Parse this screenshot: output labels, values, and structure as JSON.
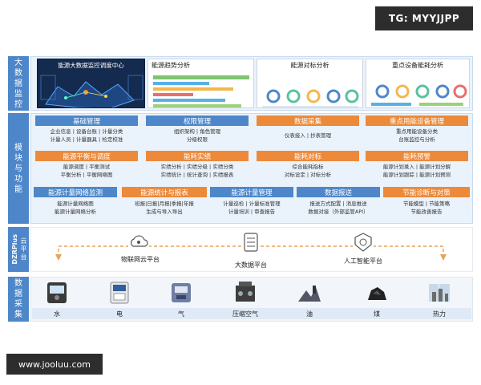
{
  "watermark_top": "TG: MYYJJPP",
  "watermark_bottom": "www.jooluu.com",
  "sections": {
    "monitor": "大数据监控",
    "modules": "模块与功能",
    "cloud_prefix": "DZRPlus",
    "cloud_suffix": "云平台",
    "collect": "数据采集"
  },
  "screens": [
    {
      "title": "能源大数据监控调度中心"
    },
    {
      "title": "能源趋势分析"
    },
    {
      "title": "能源对标分析"
    },
    {
      "title": "重点设备能耗分析"
    }
  ],
  "row1": [
    {
      "header": "基础管理",
      "lines": [
        "企业信息 | 设备台账 | 计量分类",
        "计量人员 | 计量器具 | 检定校准"
      ]
    },
    {
      "header": "权限管理",
      "lines": [
        "组织架构 | 角色管理",
        "分级权限"
      ]
    },
    {
      "header": "数据采集",
      "lines": [
        "仪表接入 | 抄表管理"
      ]
    },
    {
      "header": "重点用能设备管理",
      "lines": [
        "重点用能设备分类",
        "台账监控与分析"
      ]
    }
  ],
  "row2": [
    {
      "header": "能源平衡与调度",
      "lines": [
        "能源调度 | 平衡测试",
        "平衡分析 | 平衡网络图"
      ]
    },
    {
      "header": "能耗实绩",
      "lines": [
        "实绩分析 | 实绩分级 | 实绩分类",
        "实绩统计 | 统计查询 | 实绩报表"
      ]
    },
    {
      "header": "能耗对标",
      "lines": [
        "综合能耗指标",
        "对标设定 | 对标分析"
      ]
    },
    {
      "header": "能耗预警",
      "lines": [
        "能源计划录入 | 能源计划分解",
        "能源计划跟踪 | 能源计划预测"
      ]
    }
  ],
  "row3": [
    {
      "header": "能源计量网络监测",
      "lines": [
        "能源计量网络图",
        "能源计量网络分析"
      ]
    },
    {
      "header": "能源统计与报表",
      "lines": [
        "班报|日报|月报|季报|年报",
        "生成与导入导出"
      ]
    },
    {
      "header": "能源计量管理",
      "lines": [
        "计量巡检 | 计量标准管理",
        "计量培训 | 审查报告"
      ]
    },
    {
      "header": "数据报送",
      "lines": [
        "报送方式配置 | 消息推送",
        "数据对接（外部监管API）"
      ]
    },
    {
      "header": "节能诊断与对策",
      "lines": [
        "节能模型 | 节能策略",
        "节能改善报告"
      ]
    }
  ],
  "cloud": [
    {
      "label": "物联网云平台"
    },
    {
      "label": "大数据平台"
    },
    {
      "label": "人工智能平台"
    }
  ],
  "collect_items": [
    "水",
    "电",
    "气",
    "压缩空气",
    "油",
    "煤",
    "热力"
  ],
  "colors": {
    "blue": "#4e87c9",
    "orange": "#ec8a3a",
    "band": "#eaf2fb",
    "dashed": "#e8a25a"
  }
}
